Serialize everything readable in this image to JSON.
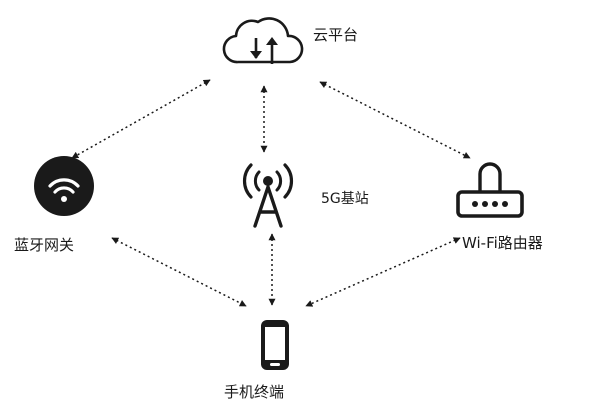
{
  "nodes": {
    "cloud": {
      "label": "云平台",
      "icon": "cloud-sync-icon"
    },
    "base_station": {
      "label": "5G基站",
      "icon": "antenna-tower-icon"
    },
    "bluetooth_gateway": {
      "label": "蓝牙网关",
      "icon": "wireless-signal-icon"
    },
    "wifi_router": {
      "label": "Wi-Fi路由器",
      "icon": "router-icon"
    },
    "phone": {
      "label": "手机终端",
      "icon": "smartphone-icon"
    }
  },
  "connections": [
    {
      "from": "cloud",
      "to": "bluetooth_gateway",
      "style": "dotted-bidirectional"
    },
    {
      "from": "cloud",
      "to": "base_station",
      "style": "dotted-bidirectional"
    },
    {
      "from": "cloud",
      "to": "wifi_router",
      "style": "dotted-bidirectional"
    },
    {
      "from": "bluetooth_gateway",
      "to": "phone",
      "style": "dotted-bidirectional"
    },
    {
      "from": "base_station",
      "to": "phone",
      "style": "dotted-bidirectional"
    },
    {
      "from": "wifi_router",
      "to": "phone",
      "style": "dotted-bidirectional"
    }
  ],
  "colors": {
    "ink": "#1a1a1a",
    "background": "#ffffff"
  }
}
